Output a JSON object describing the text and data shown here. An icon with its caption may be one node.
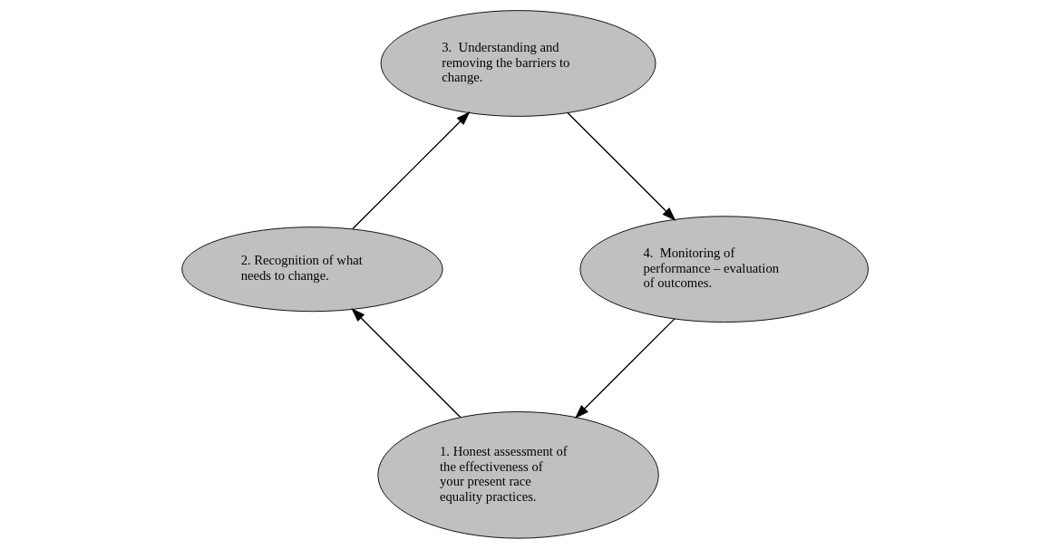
{
  "diagram": {
    "nodes": [
      {
        "text": [
          "1. Honest assessment of the effectiveness of your present race equality practices."
        ]
      },
      {
        "text": [
          "2. Recognition of what needs to change."
        ]
      },
      {
        "text": [
          "3.  Understanding and removing the barriers to change."
        ]
      },
      {
        "text": [
          "4.  Monitoring of performance – evaluation of outcomes."
        ]
      }
    ],
    "edges": [
      {
        "from": 0,
        "to": 1,
        "arrow": "to"
      },
      {
        "from": 1,
        "to": 2,
        "arrow": "to"
      },
      {
        "from": 2,
        "to": 3,
        "arrow": "to"
      },
      {
        "from": 3,
        "to": 0,
        "arrow": "to"
      }
    ]
  }
}
